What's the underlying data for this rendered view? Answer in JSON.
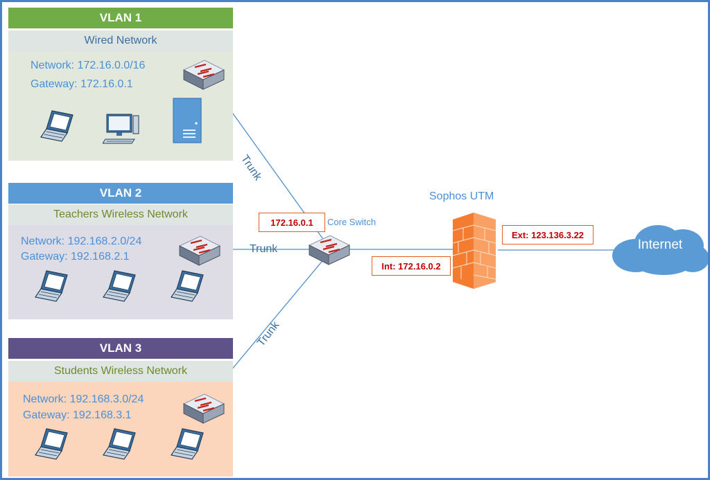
{
  "vlans": [
    {
      "header": "VLAN 1",
      "subtitle": "Wired Network",
      "network": "Network: 172.16.0.0/16",
      "gateway": "Gateway: 172.16.0.1",
      "header_color": "#71ad47",
      "subtitle_color": "#3b6e9e",
      "body_color": "#e2e8dc"
    },
    {
      "header": "VLAN 2",
      "subtitle": "Teachers Wireless Network",
      "network": "Network: 192.168.2.0/24",
      "gateway": "Gateway: 192.168.2.1",
      "header_color": "#5b9bd5",
      "subtitle_color": "#6f8a2c",
      "body_color": "#dedde6"
    },
    {
      "header": "VLAN 3",
      "subtitle": "Students Wireless Network",
      "network": "Network: 192.168.3.0/24",
      "gateway": "Gateway: 192.168.3.1",
      "header_color": "#5f5289",
      "subtitle_color": "#6f8a2c",
      "body_color": "#fbd5bc"
    }
  ],
  "core_switch": {
    "label": "Core Switch",
    "ip": "172.16.0.1"
  },
  "firewall": {
    "label": "Sophos UTM",
    "int_ip": "Int: 172.16.0.2",
    "ext_ip": "Ext: 123.136.3.22",
    "color": "#f47c30"
  },
  "internet": {
    "label": "Internet",
    "color": "#5b9bd5"
  },
  "links": {
    "trunk_label": "Trunk"
  },
  "colors": {
    "frame": "#4a7fc9",
    "line": "#4f8fce",
    "ip_text": "#c00000",
    "ip_border": "#e06020"
  }
}
